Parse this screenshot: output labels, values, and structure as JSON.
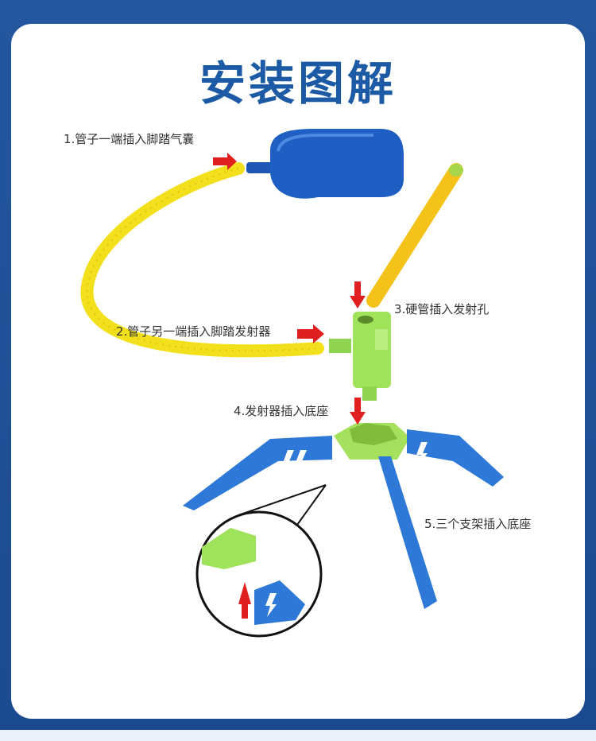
{
  "title": "安装图解",
  "steps": {
    "s1": "1.管子一端插入脚踏气囊",
    "s2": "2.管子另一端插入脚踏发射器",
    "s3": "3.硬管插入发射孔",
    "s4": "4.发射器插入底座",
    "s5": "5.三个支架插入底座"
  },
  "colors": {
    "frame": "#1f4f96",
    "title": "#1c5aa5",
    "airbag": "#1f5ec2",
    "hose": "#f2e01c",
    "launcher": "#9ee35a",
    "legs": "#2e78d8",
    "arrow": "#e02020"
  },
  "icons": [
    "arrow-right-icon",
    "arrow-down-icon",
    "arrow-up-icon",
    "lightning-icon"
  ]
}
